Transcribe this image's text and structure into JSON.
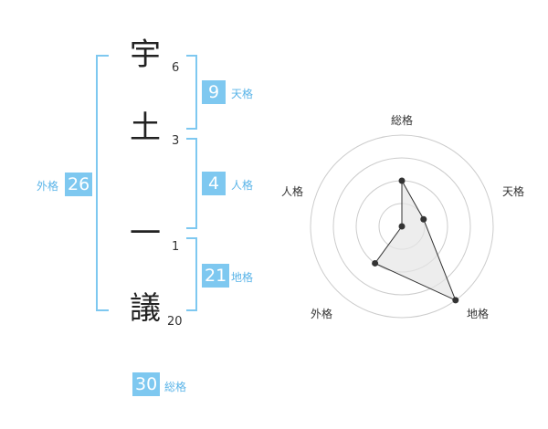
{
  "name": {
    "chars": [
      {
        "char": "宇",
        "strokes": "6"
      },
      {
        "char": "土",
        "strokes": "3"
      },
      {
        "char": "一",
        "strokes": "1"
      },
      {
        "char": "議",
        "strokes": "20"
      }
    ]
  },
  "kaku": {
    "tenkaku": {
      "value": "9",
      "label": "天格"
    },
    "jinkaku": {
      "value": "4",
      "label": "人格"
    },
    "chikaku": {
      "value": "21",
      "label": "地格"
    },
    "gaikaku": {
      "value": "26",
      "label": "外格"
    },
    "soukaku": {
      "value": "30",
      "label": "総格"
    }
  },
  "radar": {
    "labels": [
      "総格",
      "天格",
      "地格",
      "外格",
      "人格"
    ],
    "levels": 4,
    "values": [
      2,
      1,
      4,
      2,
      0
    ],
    "max": 4,
    "line_color": "#333333",
    "fill_color": "#e6e6e6",
    "grid_color": "#cccccc"
  }
}
